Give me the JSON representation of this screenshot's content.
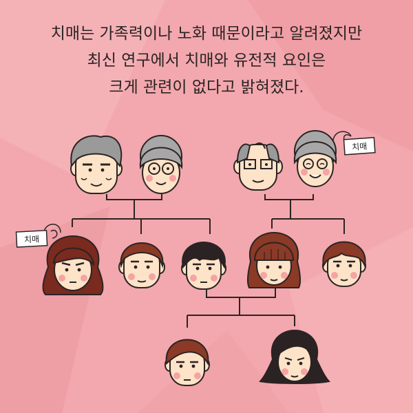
{
  "caption": {
    "line1": "치매는 가족력이나 노화 때문이라고 알려졌지만",
    "line2": "최신 연구에서 치매와 유전적 요인은",
    "line3": "크게 관련이 없다고 밝혀졌다."
  },
  "tags": {
    "grandmother": "치매",
    "mother": "치매"
  },
  "colors": {
    "background": "#f2a8ae",
    "skin": "#fde3c8",
    "line": "#2b2323",
    "cheek": "#f5a3a3"
  }
}
